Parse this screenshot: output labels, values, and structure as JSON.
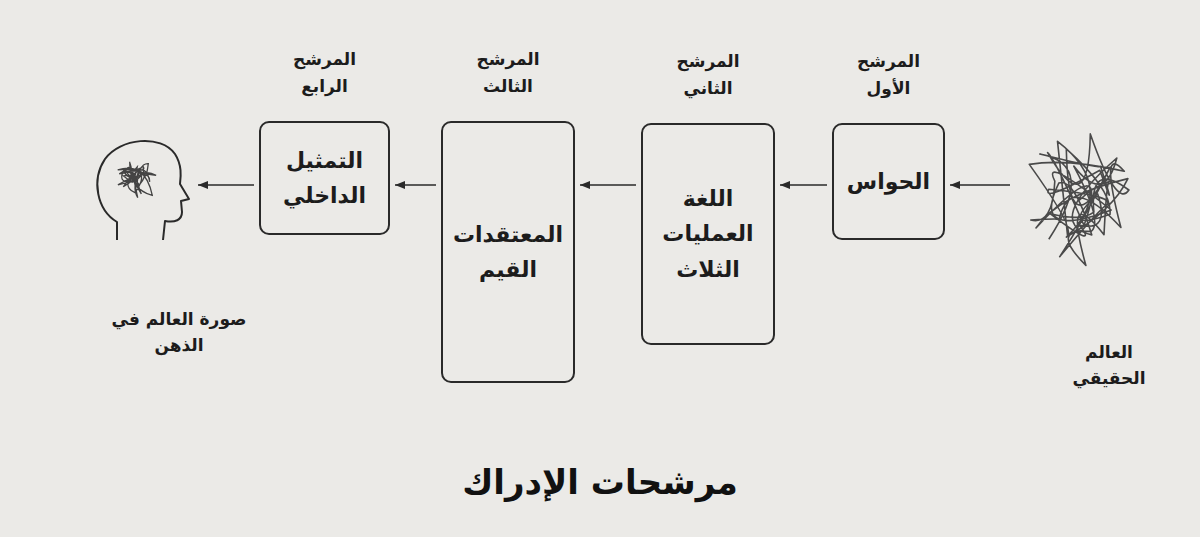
{
  "diagram": {
    "title": "مرشحات الإدراك",
    "nodes": [
      {
        "text": [
          "العالم الحقيقي"
        ]
      },
      {
        "text": [
          "المرشح الأول",
          "الحواس"
        ]
      },
      {
        "text": [
          "المرشح الثاني",
          "اللغة العمليات الثلاث"
        ]
      },
      {
        "text": [
          "المرشح الثالث",
          "المعتقدات القيم"
        ]
      },
      {
        "text": [
          "المرشح الرابع",
          "التمثيل الداخلي"
        ]
      },
      {
        "text": [
          "صورة العالم في الذهن"
        ]
      }
    ],
    "edges": [
      {
        "from": 0,
        "to": 1,
        "arrow": "to"
      },
      {
        "from": 1,
        "to": 2,
        "arrow": "to"
      },
      {
        "from": 2,
        "to": 3,
        "arrow": "to"
      },
      {
        "from": 3,
        "to": 4,
        "arrow": "to"
      },
      {
        "from": 4,
        "to": 5,
        "arrow": "to"
      }
    ]
  }
}
